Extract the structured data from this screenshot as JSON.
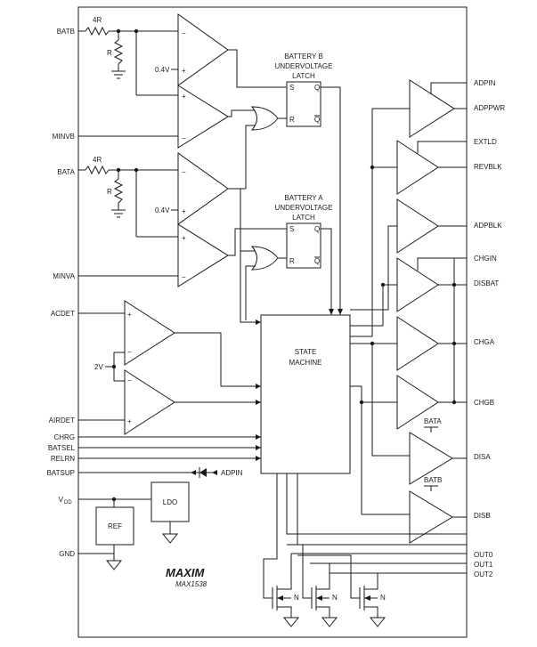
{
  "left_pins": {
    "batb": "BATB",
    "minvb": "MINVB",
    "bata": "BATA",
    "minva": "MINVA",
    "acdet": "ACDET",
    "airdet": "AIRDET",
    "chrg": "CHRG",
    "batsel": "BATSEL",
    "relrn": "RELRN",
    "batsup": "BATSUP",
    "vdd_main": "V",
    "vdd_sub": "DD",
    "gnd": "GND"
  },
  "right_pins": {
    "adpin": "ADPIN",
    "adppwr": "ADPPWR",
    "extld": "EXTLD",
    "revblk": "REVBLK",
    "adpblk": "ADPBLK",
    "chgin": "CHGIN",
    "disbat": "DISBAT",
    "chga": "CHGA",
    "chgb": "CHGB",
    "disa": "DISA",
    "disb": "DISB",
    "out0": "OUT0",
    "out1": "OUT1",
    "out2": "OUT2"
  },
  "components": {
    "resistor_4r": "4R",
    "resistor_r": "R",
    "ref_0v4": "0.4V",
    "ref_2v": "2V",
    "minus": "−",
    "plus": "+",
    "latch_b_lines": [
      "BATTERY B",
      "UNDERVOLTAGE",
      "LATCH"
    ],
    "latch_a_lines": [
      "BATTERY A",
      "UNDERVOLTAGE",
      "LATCH"
    ],
    "latch_s": "S",
    "latch_r": "R",
    "latch_q": "Q",
    "latch_qbar": "Q",
    "state_machine_lines": [
      "STATE",
      "MACHINE"
    ],
    "ldo": "LDO",
    "ref": "REF",
    "adpin_diode_label": "ADPIN",
    "supply_bata": "BATA",
    "supply_batb": "BATB",
    "mosfet_n": "N"
  },
  "branding": {
    "logo": "MAXIM",
    "part_number": "MAX1538"
  }
}
